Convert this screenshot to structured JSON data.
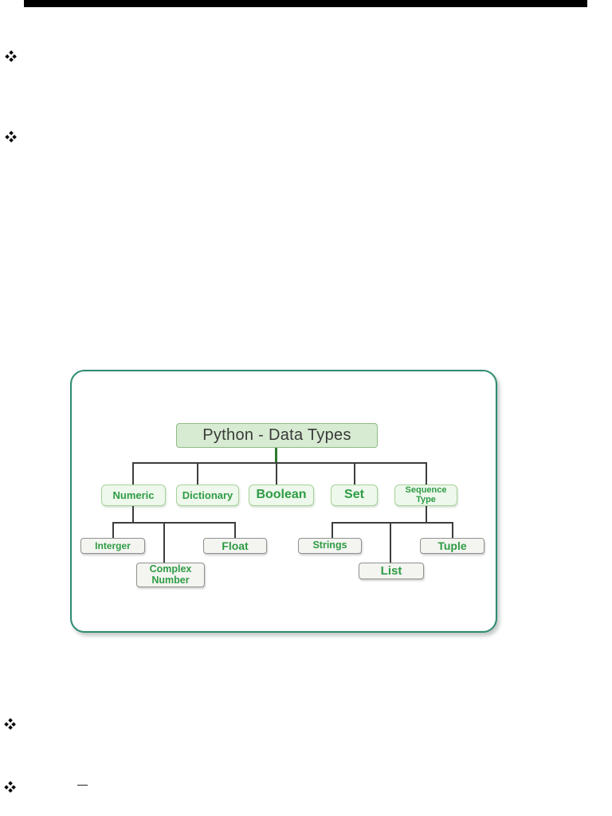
{
  "page": {
    "background": "#ffffff",
    "top_bar_color": "#000000",
    "bullet_glyph": "four-diamond-bullet",
    "bullet_count": 4,
    "dash_text": "—"
  },
  "diagram": {
    "panel_border_color": "#2e8b72",
    "line_color": "#3d3d3d",
    "green_text_color": "#2e9c44",
    "root": {
      "label": "Python - Data Types",
      "fill": "#d7ebd2",
      "border": "#8fbc85",
      "text_color": "#3a3a3a"
    },
    "level2": {
      "fill": "#eef8ec",
      "border": "#a8d29a",
      "nodes": [
        {
          "label": "Numeric"
        },
        {
          "label": "Dictionary"
        },
        {
          "label": "Boolean"
        },
        {
          "label": "Set"
        },
        {
          "label": "Sequence Type"
        }
      ]
    },
    "level3": {
      "fill": "#f4f4f1",
      "border": "#909090",
      "nodes": [
        {
          "label": "Interger"
        },
        {
          "label": "Float"
        },
        {
          "label": "Complex Number"
        },
        {
          "label": "Strings"
        },
        {
          "label": "List"
        },
        {
          "label": "Tuple"
        }
      ]
    }
  }
}
